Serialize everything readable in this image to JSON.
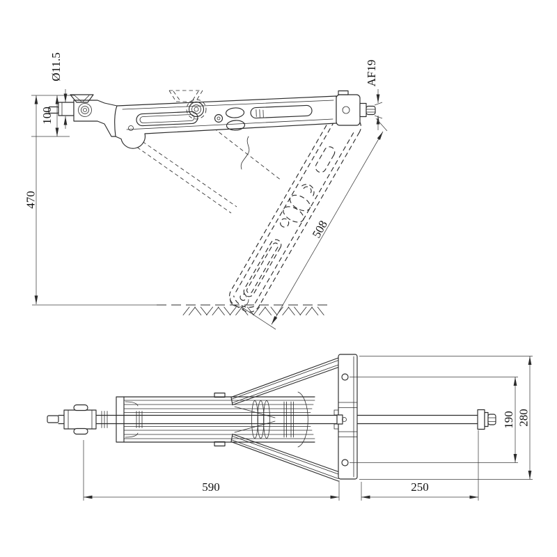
{
  "drawing": {
    "bg_color": "#ffffff",
    "line_color": "#2b2b2b",
    "dim_color": "#3c3c3c",
    "views": {
      "side_view": {
        "dimensions": {
          "crank_pin_diameter": "Ø11.5",
          "hitch_height": "100",
          "overall_height": "470",
          "drive_hex_across_flats": "AF19",
          "leg_length": "508"
        }
      },
      "top_view": {
        "dimensions": {
          "body_length": "590",
          "shaft_extension": "250",
          "hole_spacing": "190",
          "plate_width": "280"
        }
      }
    }
  }
}
